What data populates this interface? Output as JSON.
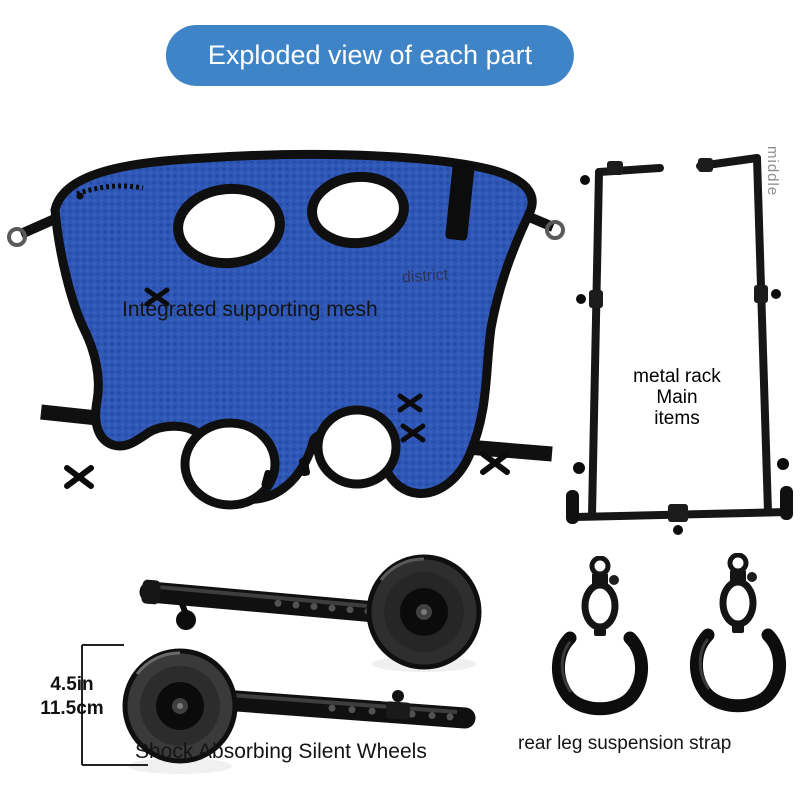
{
  "banner": {
    "label": "Exploded view of each part"
  },
  "parts": {
    "mesh_label": "Integrated supporting mesh",
    "watermark": "district",
    "rack_label_1": "metal rack",
    "rack_label_2": "Main",
    "rack_label_3": "items",
    "middle_label": "middle",
    "wheels_label": "Shock Absorbing Silent Wheels",
    "straps_label": "rear leg suspension strap"
  },
  "dimensions": {
    "inches": "4.5in",
    "centimeters": "11.5cm"
  },
  "colors": {
    "banner_bg": "#3e84c6",
    "mesh_blue": "#2f57b6",
    "frame_black": "#161616",
    "background": "#ffffff"
  }
}
